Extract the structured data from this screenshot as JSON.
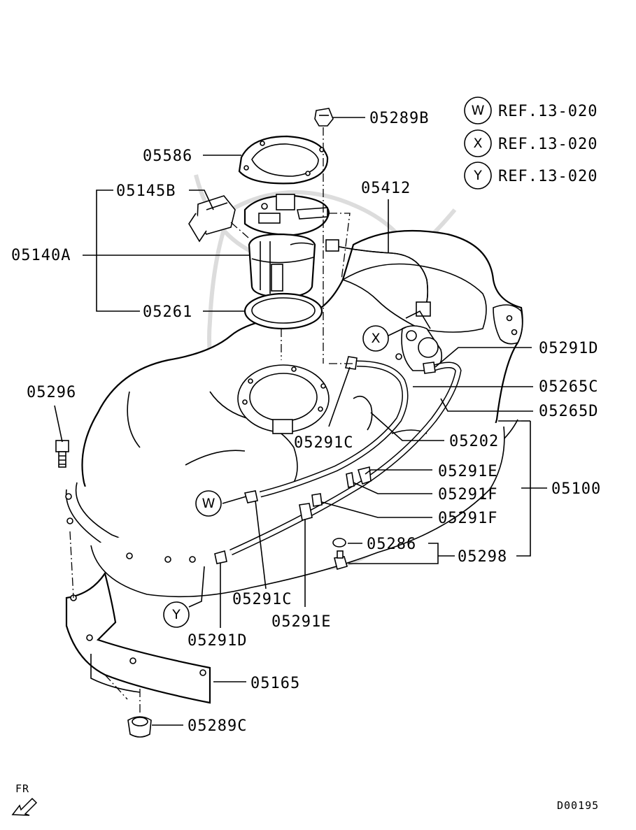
{
  "diagram": {
    "drawing_code": "D00195",
    "direction_mark": "FR",
    "refs": [
      {
        "letter": "W",
        "text": "REF.13-020"
      },
      {
        "letter": "X",
        "text": "REF.13-020"
      },
      {
        "letter": "Y",
        "text": "REF.13-020"
      }
    ],
    "callouts": {
      "W": "W",
      "X": "X",
      "Y": "Y"
    },
    "labels": {
      "p05289B": "05289B",
      "p05586": "05586",
      "p05145B": "05145B",
      "p05412": "05412",
      "p05140A": "05140A",
      "p05261": "05261",
      "p05291D_top": "05291D",
      "p05296": "05296",
      "p05265C": "05265C",
      "p05265D": "05265D",
      "p05291C_mid": "05291C",
      "p05202": "05202",
      "p05291E_right": "05291E",
      "p05100": "05100",
      "p05291F_a": "05291F",
      "p05291F_b": "05291F",
      "p05286": "05286",
      "p05298": "05298",
      "p05291C_bot": "05291C",
      "p05291E_bot": "05291E",
      "p05291D_bot": "05291D",
      "p05165": "05165",
      "p05289C": "05289C"
    }
  }
}
